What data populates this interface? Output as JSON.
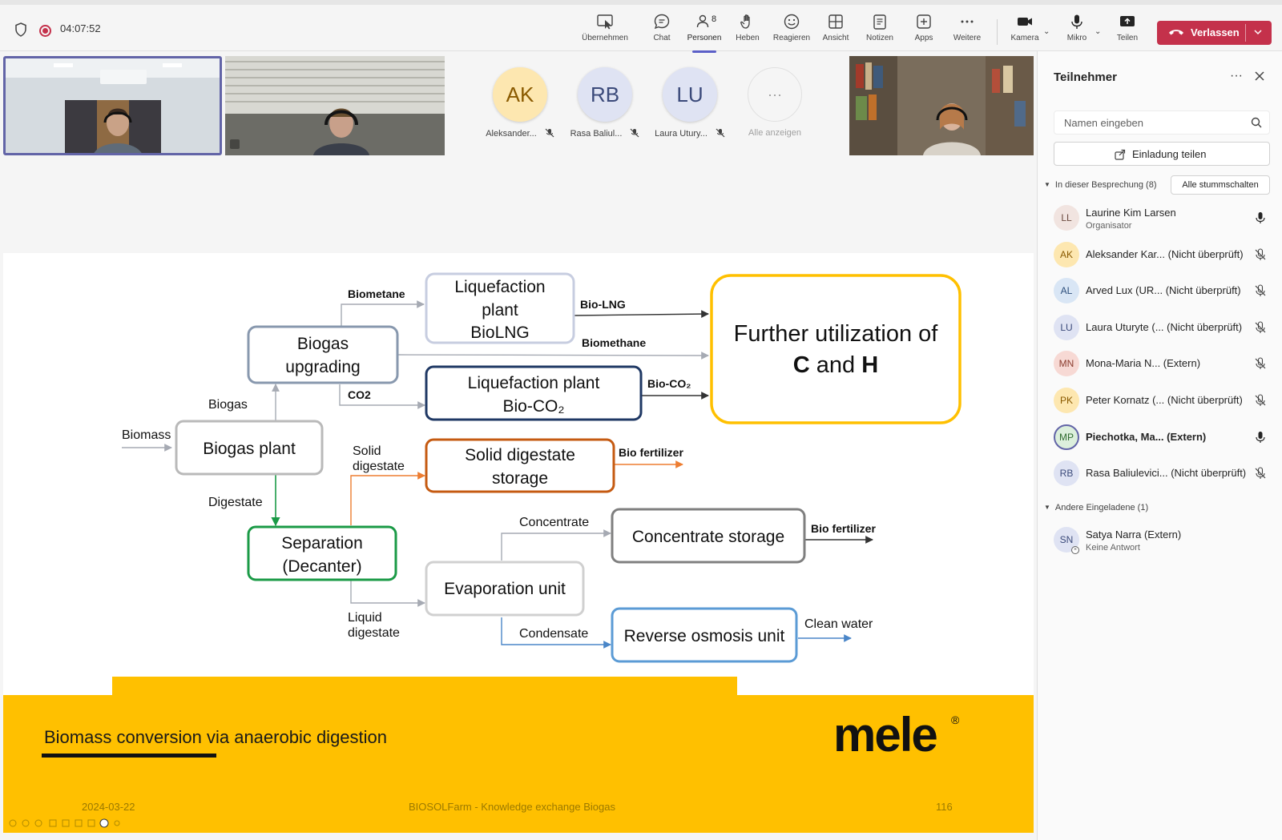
{
  "topbar": {
    "timer": "04:07:52",
    "buttons": [
      {
        "id": "share-tray",
        "label": "Übernehmen"
      },
      {
        "id": "chat",
        "label": "Chat"
      },
      {
        "id": "people",
        "label": "Personen",
        "badge": "8"
      },
      {
        "id": "raise",
        "label": "Heben"
      },
      {
        "id": "react",
        "label": "Reagieren"
      },
      {
        "id": "view",
        "label": "Ansicht"
      },
      {
        "id": "notes",
        "label": "Notizen"
      },
      {
        "id": "apps",
        "label": "Apps"
      },
      {
        "id": "more",
        "label": "Weitere"
      },
      {
        "id": "camera",
        "label": "Kamera"
      },
      {
        "id": "mic",
        "label": "Mikro"
      },
      {
        "id": "share",
        "label": "Teilen"
      }
    ],
    "leave_label": "Verlassen"
  },
  "stage": {
    "avatars": [
      {
        "initials": "AK",
        "name": "Aleksander...",
        "bg": "#fde7b0",
        "fg": "#8a5a00"
      },
      {
        "initials": "RB",
        "name": "Rasa Baliul...",
        "bg": "#dfe3f3",
        "fg": "#3b4a7a"
      },
      {
        "initials": "LU",
        "name": "Laura Utury...",
        "bg": "#dfe3f3",
        "fg": "#3b4a7a"
      }
    ],
    "see_all_label": "Alle anzeigen"
  },
  "slide": {
    "diagram": {
      "nodes": {
        "liquefaction_lng": [
          "Liquefaction",
          "plant",
          "BioLNG"
        ],
        "biogas_upgrading": [
          "Biogas",
          "upgrading"
        ],
        "liquefaction_co2": [
          "Liquefaction plant",
          "Bio-CO₂"
        ],
        "further_util": [
          "Further utilization of",
          "C",
          "and",
          "H"
        ],
        "biogas_plant": "Biogas plant",
        "solid_storage": [
          "Solid digestate",
          "storage"
        ],
        "separation": [
          "Separation",
          "(Decanter)"
        ],
        "concentrate_storage": "Concentrate storage",
        "evaporation": "Evaporation unit",
        "reverse_osmosis": "Reverse osmosis unit"
      },
      "labels": {
        "biometane": "Biometane",
        "bio_lng": "Bio-LNG",
        "biomethane": "Biomethane",
        "co2": "CO2",
        "bio_co2": "Bio-CO₂",
        "biogas": "Biogas",
        "biomass": "Biomass",
        "solid_digestate": [
          "Solid",
          "digestate"
        ],
        "bio_fertilizer_1": "Bio fertilizer",
        "digestate": "Digestate",
        "concentrate": "Concentrate",
        "bio_fertilizer_2": "Bio fertilizer",
        "liquid_digestate": [
          "Liquid",
          "digestate"
        ],
        "condensate": "Condensate",
        "clean_water": "Clean water"
      }
    },
    "title": "Biomass conversion via anaerobic digestion",
    "logo": "mele",
    "logo_mark": "®",
    "footer_date": "2024-03-22",
    "footer_center": "BIOSOLFarm - Knowledge exchange Biogas",
    "page_number": "116",
    "colors": {
      "band": "#ffc000"
    }
  },
  "panel": {
    "title": "Teilnehmer",
    "more": "···",
    "search_placeholder": "Namen eingeben",
    "invite_label": "Einladung teilen",
    "in_meeting_label": "In dieser Besprechung (8)",
    "mute_all_label": "Alle stummschalten",
    "participants": [
      {
        "initials": "LL",
        "name": "Laurine Kim Larsen",
        "sub": "Organisator",
        "bg": "#f1e4e0",
        "fg": "#6b4a3f",
        "mic": "on"
      },
      {
        "initials": "AK",
        "name": "Aleksander Kar... (Nicht überprüft)",
        "bg": "#fde7b0",
        "fg": "#8a5a00",
        "mic": "off"
      },
      {
        "initials": "AL",
        "name": "Arved Lux (UR...  (Nicht überprüft)",
        "bg": "#d9e6f5",
        "fg": "#2d4f7c",
        "mic": "off"
      },
      {
        "initials": "LU",
        "name": "Laura Uturyte (... (Nicht überprüft)",
        "bg": "#dfe3f3",
        "fg": "#3b4a7a",
        "mic": "off"
      },
      {
        "initials": "MN",
        "name": "Mona-Maria N... (Extern)",
        "bg": "#f7d9d4",
        "fg": "#8a3b2d",
        "mic": "off"
      },
      {
        "initials": "PK",
        "name": "Peter Kornatz (... (Nicht überprüft)",
        "bg": "#fde7b0",
        "fg": "#8a5a00",
        "mic": "off"
      },
      {
        "initials": "MP",
        "name": "Piechotka, Ma... (Extern)",
        "bg": "#dcefdc",
        "fg": "#2f6b2f",
        "mic": "on",
        "bold": true,
        "ring": true
      },
      {
        "initials": "RB",
        "name": "Rasa Baliulevici... (Nicht überprüft)",
        "bg": "#dfe3f3",
        "fg": "#3b4a7a",
        "mic": "off"
      }
    ],
    "others_label": "Andere Eingeladene (1)",
    "others": [
      {
        "initials": "SN",
        "name": "Satya Narra (Extern)",
        "sub": "Keine Antwort",
        "bg": "#dfe3f3",
        "fg": "#3b4a7a"
      }
    ]
  }
}
